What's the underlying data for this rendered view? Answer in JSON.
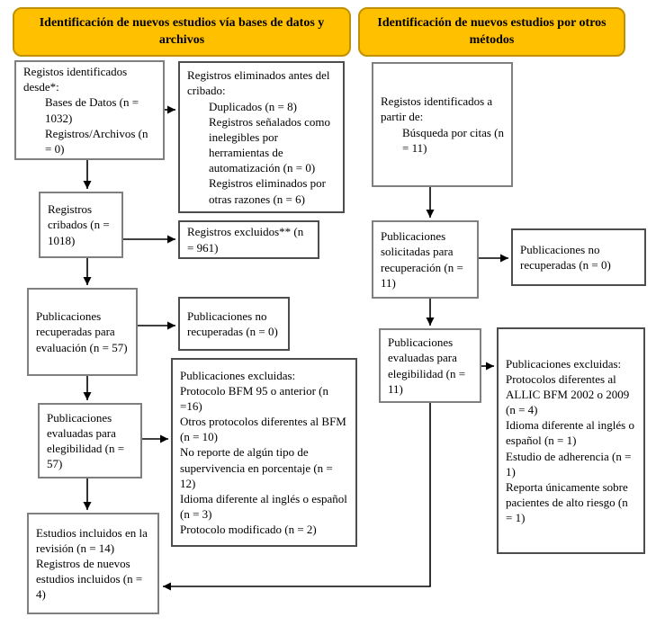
{
  "colors": {
    "header_fill": "#FFC000",
    "header_border": "#BF9000",
    "main_box_border": "#7F7F7F",
    "exclusion_box_border": "#4D4D4D",
    "arrow": "#000000"
  },
  "headers": {
    "databases": "Identificación de nuevos estudios vía bases de datos y archivos",
    "other_methods": "Identificación de nuevos estudios por otros métodos"
  },
  "boxes": {
    "identified_db": {
      "intro": "Registos identificados desde*:",
      "items": [
        "Bases de Datos (n = 1032)",
        "Registros/Archivos (n = 0)"
      ]
    },
    "removed_before_screening": {
      "intro": "Registros eliminados antes del cribado:",
      "items": [
        "Duplicados (n = 8)",
        "Registros señalados como inelegibles por herramientas de automatización (n = 0)",
        "Registros eliminados por otras razones (n = 6)"
      ]
    },
    "identified_other": {
      "intro": "Registos identificados a partir de:",
      "items": [
        "Búsqueda por citas (n = 11)"
      ]
    },
    "screened": {
      "text": "Registros cribados (n = 1018)"
    },
    "excluded_screening": {
      "text": "Registros excluidos** (n = 961)"
    },
    "retrieved": {
      "text": "Publicaciones recuperadas para evaluación (n = 57)"
    },
    "not_retrieved": {
      "text": "Publicaciones no recuperadas (n = 0)"
    },
    "assessed": {
      "text": "Publicaciones evaluadas para elegibilidad (n = 57)"
    },
    "excluded_assessed": {
      "lines": [
        "Publicaciones excluidas:",
        "Protocolo BFM 95 o anterior (n =16)",
        "Otros protocolos diferentes al BFM (n = 10)",
        "No reporte de algún tipo de supervivencia en porcentaje (n = 12)",
        "Idioma diferente al inglés o español (n = 3)",
        "Protocolo modificado (n = 2)"
      ]
    },
    "included": {
      "lines": [
        "Estudios incluidos en la revisión (n = 14)",
        "Registros de nuevos estudios incluidos (n = 4)"
      ]
    },
    "sought_other": {
      "text": "Publicaciones solicitadas para recuperación (n = 11)"
    },
    "not_retrieved_other": {
      "text": "Publicaciones no recuperadas (n = 0)"
    },
    "assessed_other": {
      "text": "Publicaciones evaluadas para elegibilidad (n = 11)"
    },
    "excluded_other": {
      "lines": [
        "Publicaciones excluidas:",
        "Protocolos diferentes al ALLIC BFM 2002 o 2009 (n = 4)",
        "Idioma diferente al inglés o español (n = 1)",
        "Estudio de adherencia (n = 1)",
        "Reporta únicamente sobre pacientes de alto riesgo (n = 1)"
      ]
    }
  }
}
